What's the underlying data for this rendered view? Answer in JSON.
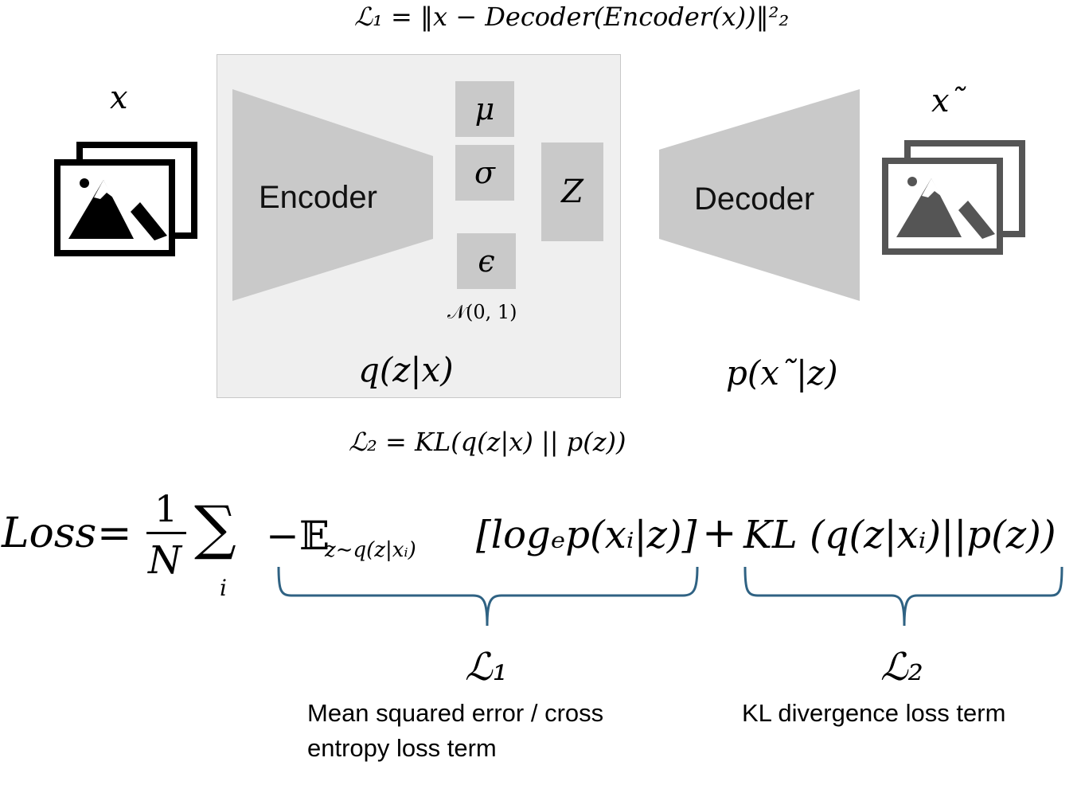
{
  "top_formula": "ℒ₁ = ‖x − Decoder(Encoder(x))‖²₂",
  "input": {
    "symbol": "x"
  },
  "output": {
    "symbol": "x˜"
  },
  "encoder": {
    "label": "Encoder",
    "distribution": "q(z|x)"
  },
  "decoder": {
    "label": "Decoder",
    "distribution": "p(x˜|z)"
  },
  "latent": {
    "mu": "μ",
    "sigma": "σ",
    "epsilon": "ϵ",
    "noise_dist": "𝒩(0, 1)",
    "z": "Z"
  },
  "kl_formula": "ℒ₂ = KL(q(z|x) || p(z))",
  "loss_equation": {
    "lhs": "Loss",
    "eq": "=",
    "frac_num": "1",
    "frac_den": "N",
    "sum": "∑",
    "sum_index": "i",
    "expectation": "−𝔼",
    "expectation_sub": "z∼q(z|xᵢ)",
    "recon_term": "[logₑp(xᵢ|z)]",
    "plus": "+",
    "kl_term": "KL (q(z|xᵢ)||p(z))"
  },
  "terms": [
    {
      "symbol": "ℒ₁",
      "line1": "Mean squared error / cross",
      "line2": "entropy loss term"
    },
    {
      "symbol": "ℒ₂",
      "line1": "KL divergence loss term"
    }
  ],
  "colors": {
    "brace": "#2f6283",
    "block": "#c9c9c9",
    "box": "#efefef",
    "output_icon": "#555555"
  },
  "icons": {
    "input_image": "image-stack-icon",
    "output_image": "image-stack-icon"
  }
}
